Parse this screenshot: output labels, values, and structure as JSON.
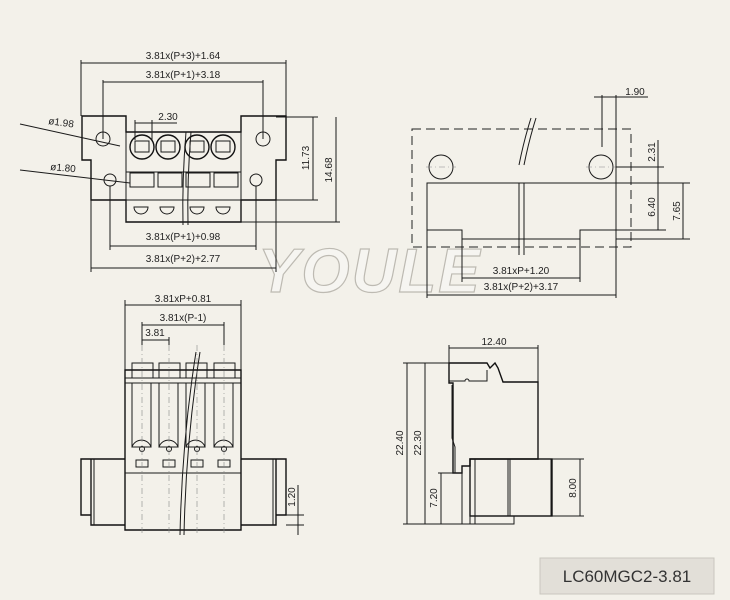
{
  "watermark": "YOULE",
  "part_label": "LC60MGC2-3.81",
  "top_view": {
    "overall_width": "3.81x(P+3)+1.64",
    "hole_span_top": "3.81x(P+1)+3.18",
    "pitch_detail": "2.30",
    "hole_dia_top": "ø1.98",
    "hole_dia_bottom": "ø1.80",
    "height_inner": "11.73",
    "height_outer": "14.68",
    "hole_span_bottom": "3.81x(P+1)+0.98",
    "base_width": "3.81x(P+2)+2.77"
  },
  "side_top_view": {
    "offset_x": "1.90",
    "offset_y": "2.31",
    "height_a": "6.40",
    "height_b": "7.65",
    "slot_width": "3.81xP+1.20",
    "base_width": "3.81x(P+2)+3.17"
  },
  "front_view": {
    "body_width": "3.81xP+0.81",
    "pin_span": "3.81x(P-1)",
    "pitch": "3.81",
    "flange_thickness": "1.20"
  },
  "side_view": {
    "depth": "12.40",
    "total_height": "22.40",
    "body_height": "22.30",
    "flange_height": "7.20",
    "flange_depth": "8.00"
  }
}
